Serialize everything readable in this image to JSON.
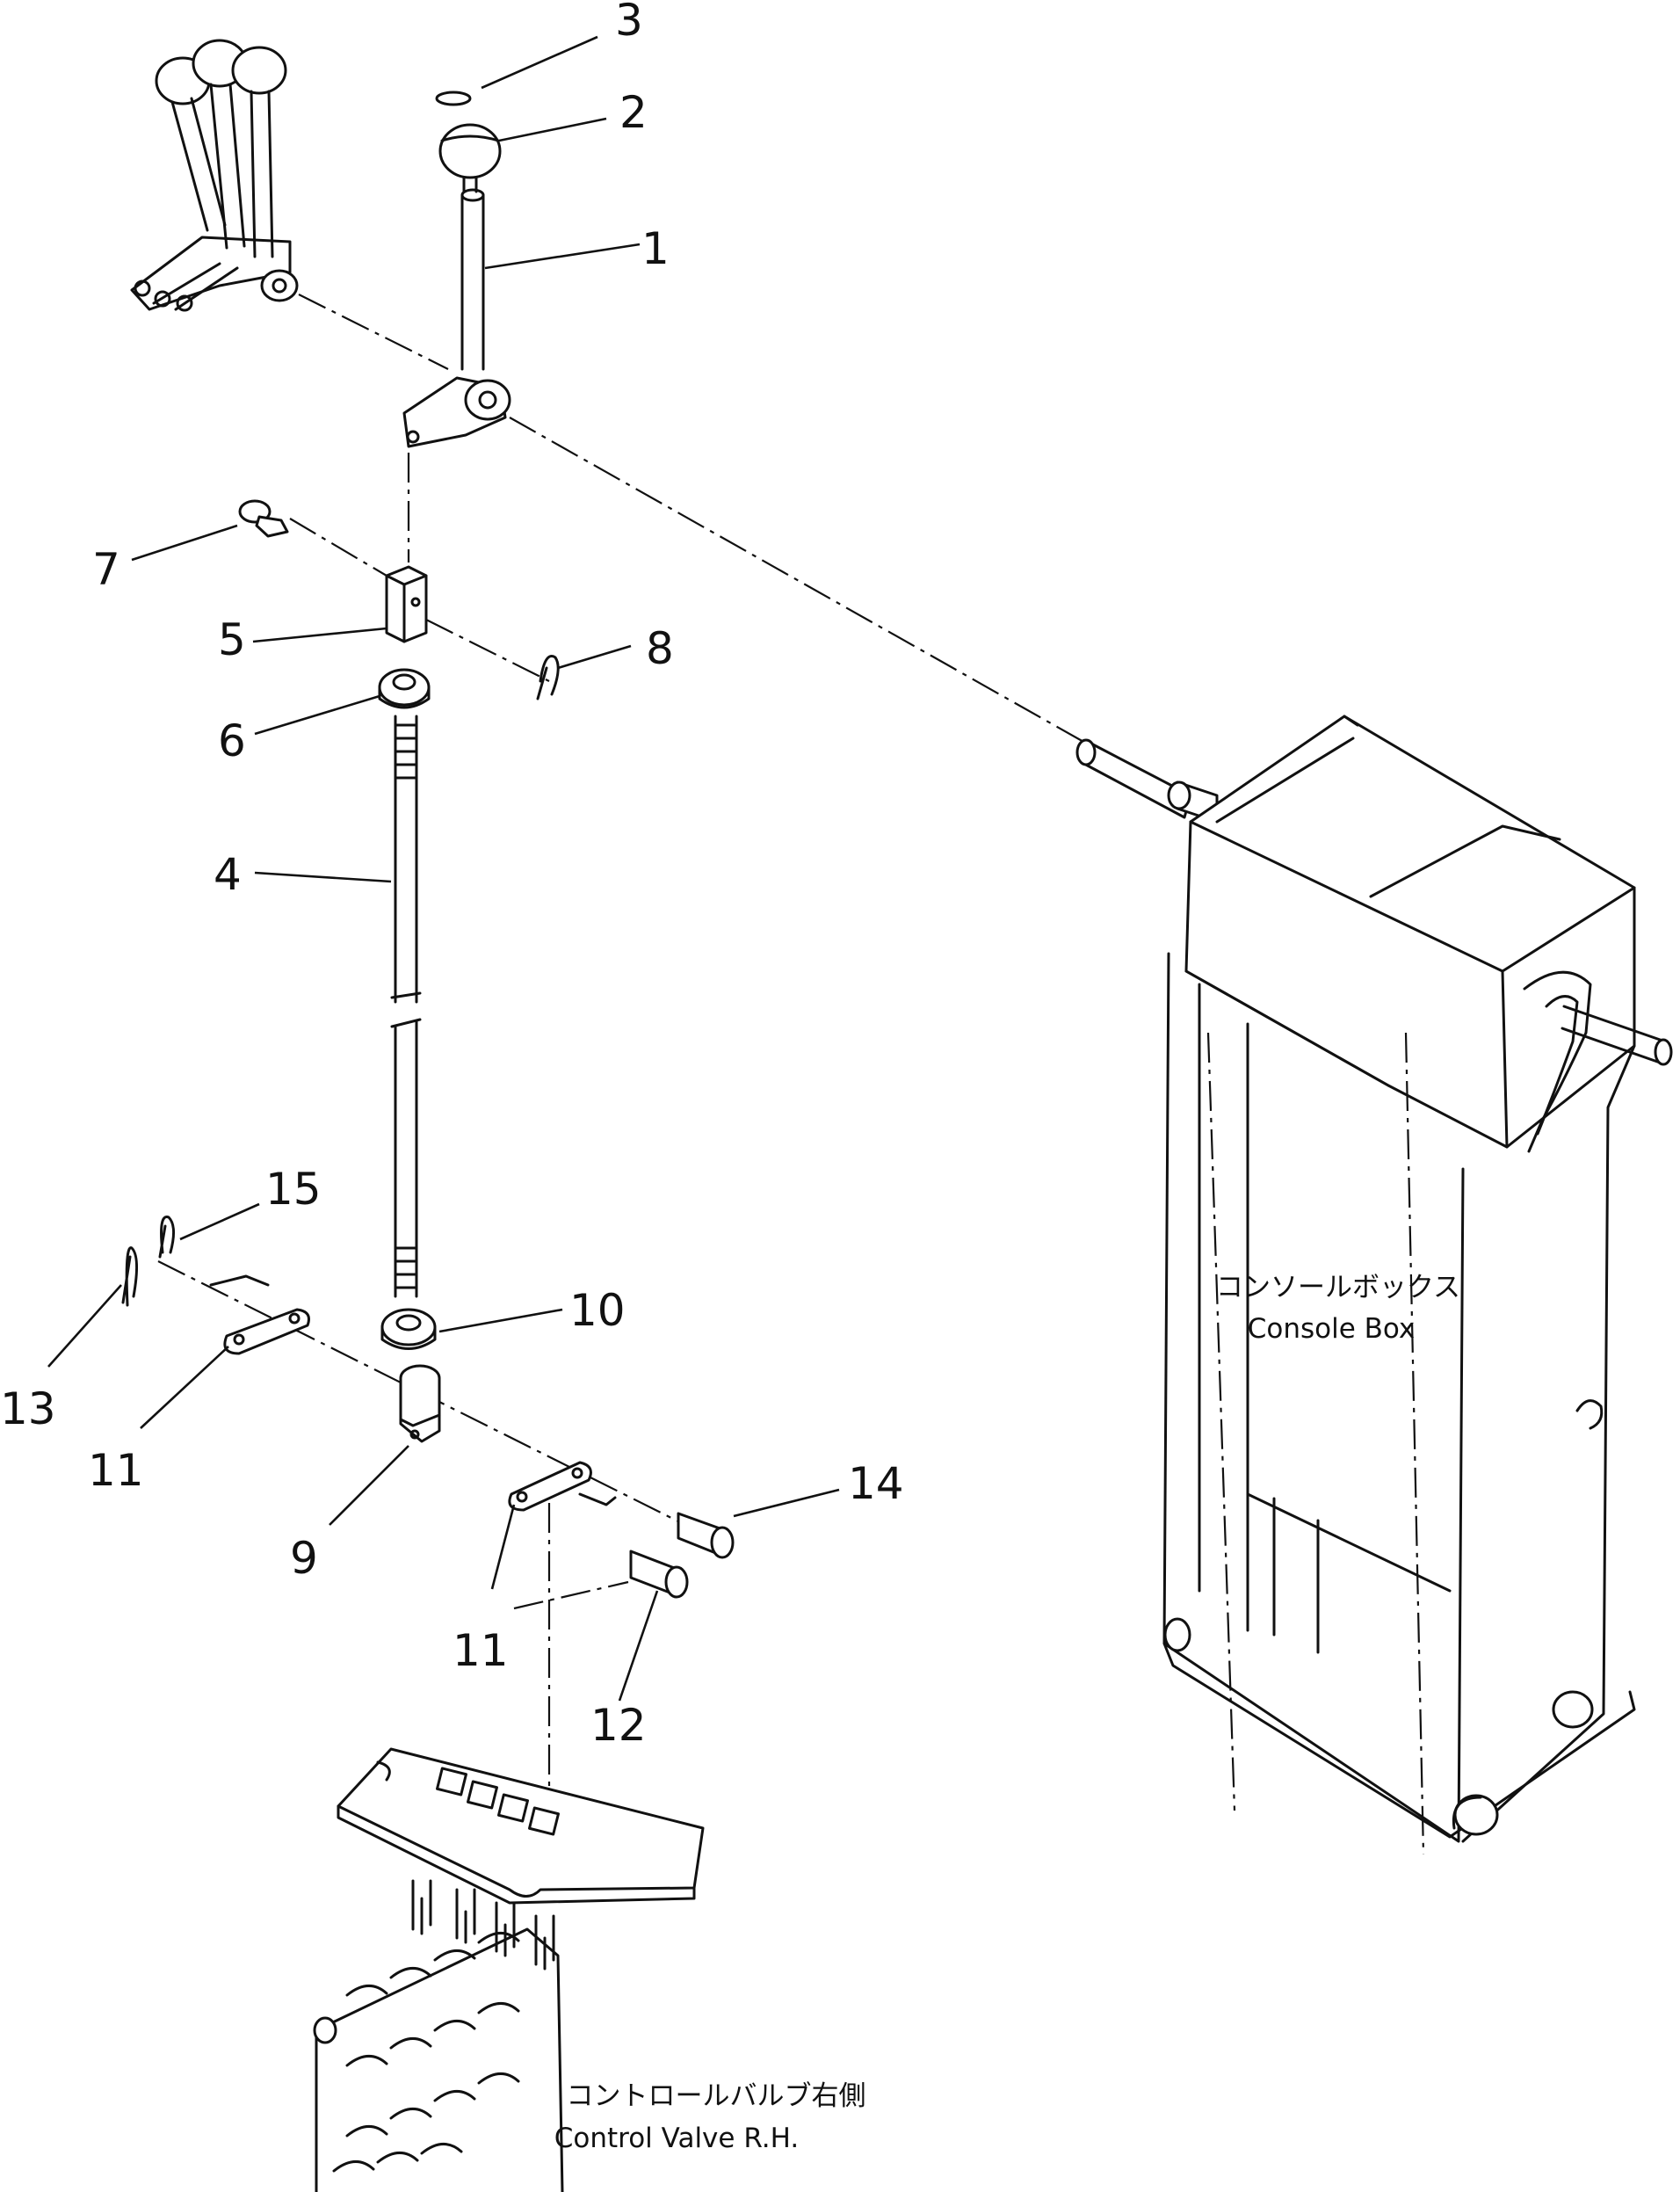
{
  "callouts": [
    {
      "id": "c1",
      "label": "1"
    },
    {
      "id": "c2",
      "label": "2"
    },
    {
      "id": "c3",
      "label": "3"
    },
    {
      "id": "c4",
      "label": "4"
    },
    {
      "id": "c5",
      "label": "5"
    },
    {
      "id": "c6",
      "label": "6"
    },
    {
      "id": "c7",
      "label": "7"
    },
    {
      "id": "c8",
      "label": "8"
    },
    {
      "id": "c9",
      "label": "9"
    },
    {
      "id": "c10",
      "label": "10"
    },
    {
      "id": "c11a",
      "label": "11"
    },
    {
      "id": "c11b",
      "label": "11"
    },
    {
      "id": "c12",
      "label": "12"
    },
    {
      "id": "c13",
      "label": "13"
    },
    {
      "id": "c14",
      "label": "14"
    },
    {
      "id": "c15",
      "label": "15"
    }
  ],
  "captions": {
    "console_box_jp": "コンソールボックス",
    "console_box_en": "Console Box",
    "control_valve_jp": "コントロールバルブ右側",
    "control_valve_en": "Control Valve R.H."
  }
}
